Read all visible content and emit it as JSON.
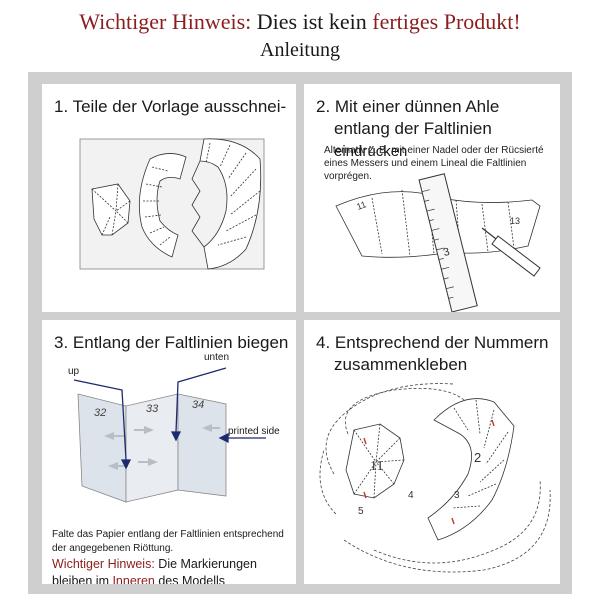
{
  "header": {
    "warning_red": "Wichtiger Hinweis:",
    "warning_mid": " Dies ist kein ",
    "warning_red2": "fertiges Produkt!",
    "subtitle": "Anleitung"
  },
  "colors": {
    "accent_red": "#8c1d1d",
    "frame_gray": "#cfcfcf",
    "arrow_navy": "#1d2a6e"
  },
  "step1": {
    "title": "1. Teile der Vorlage ausschnei-"
  },
  "step2": {
    "title_line1": "2. Mit einer dünnen Ahle",
    "title_line2a": "entlang der Faltlinien ",
    "title_line2b": "eindrücken",
    "note": "Alternativ z. B. mit einer Nadel oder der Rücsierté eines Messers und einem Lineal die Faltlinien vorprégen.",
    "ruler_number": "3",
    "piece_numbers": [
      "11",
      "13"
    ]
  },
  "step3": {
    "title": "3. Entlang der Faltlinien biegen",
    "label_up": "up",
    "label_unten": "unten",
    "label_printed": "printed side",
    "numbers": [
      "32",
      "33",
      "34"
    ],
    "caption": "Falte das Papier entlang der Faltlinien entsprechend der angegebenen Riöttung.",
    "warn_red": "Wichtiger Hinweis:",
    "warn_text1": " Die Markierungen bleiben im ",
    "warn_red2": "Inneren",
    "warn_text2": " des Modells"
  },
  "step4": {
    "title_line1": "4. Entsprechend der Nummern",
    "title_line2": "zusammenkleben",
    "numbers": [
      "11",
      "2",
      "3",
      "4",
      "5"
    ]
  }
}
